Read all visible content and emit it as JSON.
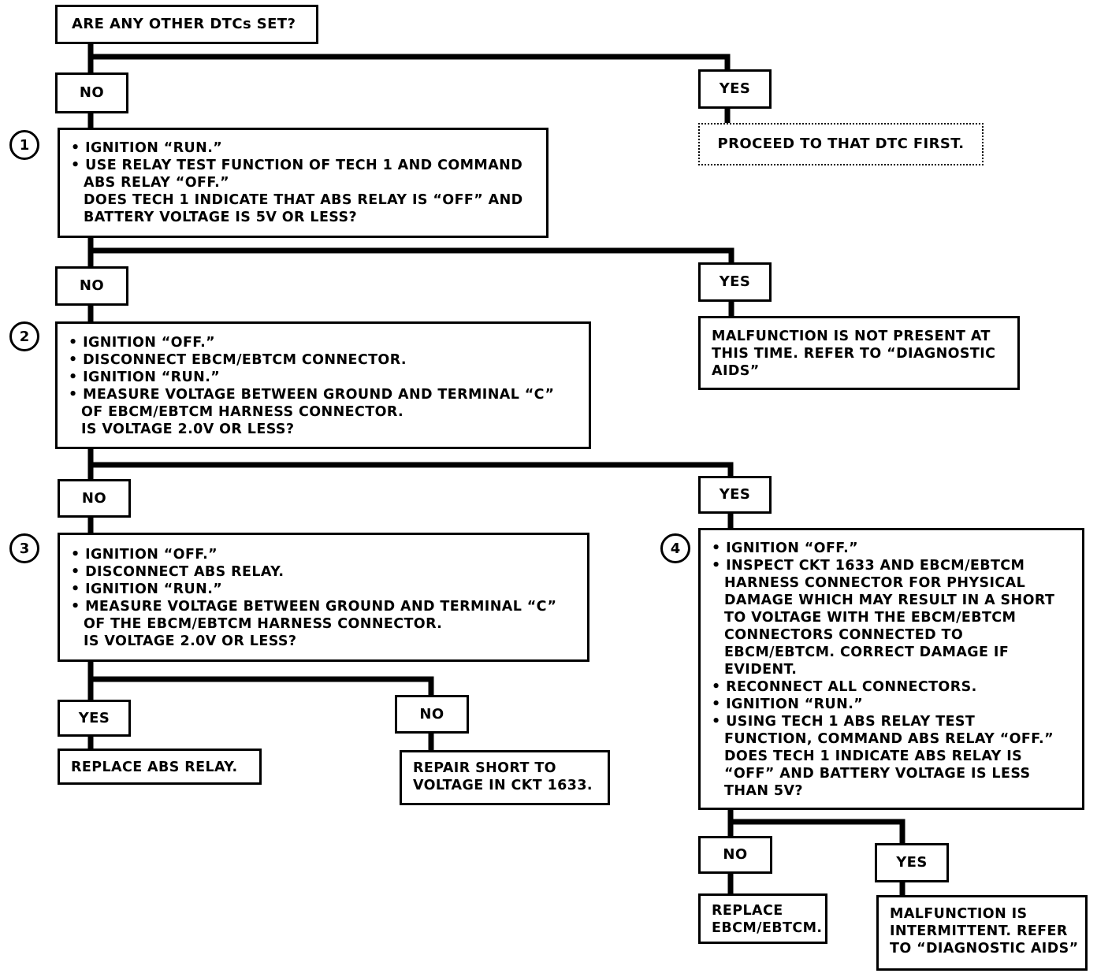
{
  "diagram": {
    "start": "ARE ANY OTHER DTCs SET?",
    "labels": {
      "no": "NO",
      "yes": "YES"
    },
    "proceed": "PROCEED TO THAT DTC FIRST.",
    "steps": [
      {
        "number": "1",
        "lines": [
          "• IGNITION “RUN.”",
          "• USE RELAY TEST FUNCTION OF TECH 1 AND COMMAND",
          "ABS RELAY “OFF.”",
          "DOES TECH 1 INDICATE THAT ABS RELAY IS “OFF” AND",
          "BATTERY VOLTAGE IS 5V OR LESS?"
        ]
      },
      {
        "number": "2",
        "lines": [
          "• IGNITION “OFF.”",
          "• DISCONNECT EBCM/EBTCM CONNECTOR.",
          "• IGNITION “RUN.”",
          "• MEASURE VOLTAGE BETWEEN GROUND AND TERMINAL “C”",
          "OF EBCM/EBTCM HARNESS CONNECTOR.",
          "IS VOLTAGE 2.0V OR LESS?"
        ]
      },
      {
        "number": "3",
        "lines": [
          "• IGNITION “OFF.”",
          "• DISCONNECT ABS RELAY.",
          "• IGNITION “RUN.”",
          "• MEASURE VOLTAGE BETWEEN GROUND AND TERMINAL “C”",
          "OF THE EBCM/EBTCM HARNESS CONNECTOR.",
          "IS VOLTAGE 2.0V OR LESS?"
        ]
      },
      {
        "number": "4",
        "lines": [
          "• IGNITION “OFF.”",
          "• INSPECT CKT 1633 AND EBCM/EBTCM",
          "HARNESS CONNECTOR FOR PHYSICAL",
          "DAMAGE WHICH MAY RESULT IN A SHORT",
          "TO VOLTAGE WITH THE EBCM/EBTCM",
          "CONNECTORS CONNECTED TO",
          "EBCM/EBTCM. CORRECT DAMAGE IF",
          "EVIDENT.",
          "• RECONNECT ALL CONNECTORS.",
          "• IGNITION “RUN.”",
          "• USING TECH 1 ABS RELAY TEST",
          "FUNCTION, COMMAND ABS RELAY “OFF.”",
          "DOES TECH 1 INDICATE ABS RELAY IS",
          "“OFF” AND BATTERY VOLTAGE IS LESS",
          "THAN 5V?"
        ]
      }
    ],
    "results": {
      "not_present": [
        "MALFUNCTION IS NOT PRESENT AT",
        "THIS TIME. REFER TO “DIAGNOSTIC",
        "AIDS”"
      ],
      "replace_relay": [
        "REPLACE ABS RELAY."
      ],
      "repair_short": [
        "REPAIR SHORT TO",
        "VOLTAGE IN CKT 1633."
      ],
      "replace_ebcm": [
        "REPLACE",
        "EBCM/EBTCM."
      ],
      "intermittent": [
        "MALFUNCTION IS",
        "INTERMITTENT. REFER",
        "TO “DIAGNOSTIC AIDS”"
      ]
    }
  }
}
